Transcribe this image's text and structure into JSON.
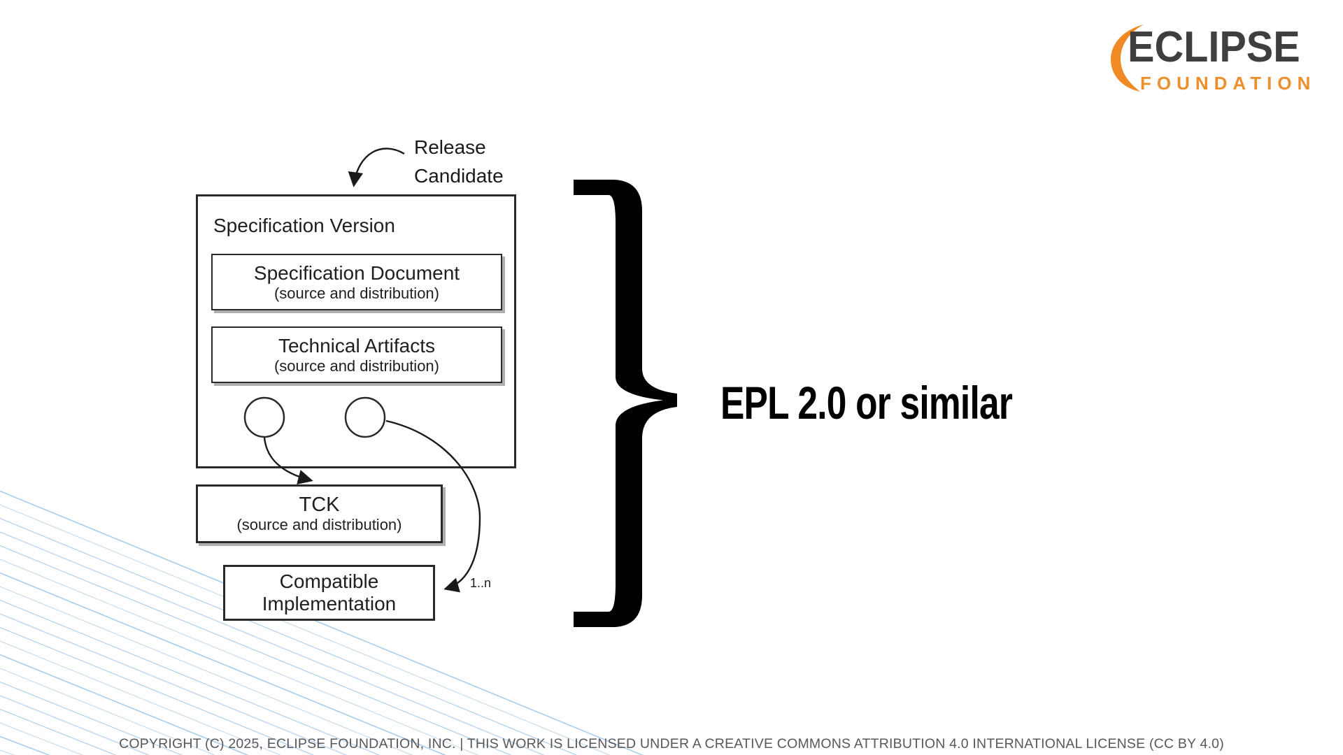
{
  "logo": {
    "name": "Eclipse Foundation logo",
    "line1": "ECLIPSE",
    "line2": "FOUNDATION",
    "colors": {
      "orange": "#ee8f2d",
      "crescent_orange": "#f08a25",
      "dark": "#3f3f41"
    }
  },
  "diagram": {
    "release_candidate": {
      "line1": "Release",
      "line2": "Candidate"
    },
    "outer_box": {
      "label": "Specification Version"
    },
    "spec_doc": {
      "title": "Specification Document",
      "subtitle": "(source and distribution)"
    },
    "tech_artifacts": {
      "title": "Technical Artifacts",
      "subtitle": "(source and distribution)"
    },
    "tck": {
      "title": "TCK",
      "subtitle": "(source and distribution)"
    },
    "compatible": {
      "line1": "Compatible",
      "line2": "Implementation"
    },
    "multiplicity": "1..n",
    "ink": "#1a1a1a"
  },
  "annotation": {
    "license_label": "EPL 2.0 or similar",
    "brace_color": "#000000"
  },
  "footer": {
    "copyright": "COPYRIGHT (C) 2025, ECLIPSE FOUNDATION, INC. | THIS WORK IS LICENSED UNDER A CREATIVE COMMONS ATTRIBUTION 4.0 INTERNATIONAL LICENSE (CC BY 4.0)"
  },
  "decor": {
    "swoosh_color_a": "#a9cdec",
    "swoosh_color_b": "#c3daf0",
    "swoosh_line_count": 22
  }
}
